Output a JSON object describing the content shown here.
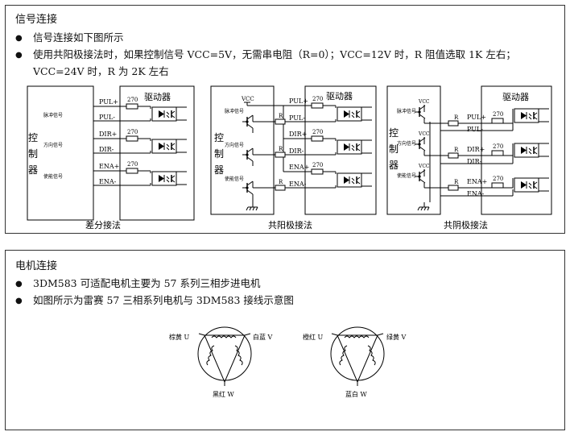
{
  "signal": {
    "title": "信号连接",
    "bullets": [
      "信号连接如下图所示",
      "使用共阳极接法时，如果控制信号 VCC=5V，无需串电阻（R=0）；VCC=12V 时，R 阻值选取 1K 左右；"
    ],
    "bullet2_cont": "VCC=24V 时，R 为 2K 左右",
    "diagrams": {
      "diff": {
        "caption": "差分接法",
        "controller": [
          "控",
          "制",
          "器"
        ],
        "driver": "驱动器",
        "sig_labels": [
          "脉冲信号",
          "方向信号",
          "使能信号"
        ],
        "lines": [
          "PUL+",
          "PUL-",
          "DIR+",
          "DIR-",
          "ENA+",
          "ENA-"
        ],
        "r270": "270"
      },
      "anode": {
        "caption": "共阳极接法",
        "controller": [
          "控",
          "制",
          "器"
        ],
        "driver": "驱动器",
        "vcc": "VCC",
        "r": "R",
        "sig_labels": [
          "脉冲信号",
          "方向信号",
          "使能信号"
        ],
        "lines": [
          "PUL+",
          "PUL-",
          "DIR+",
          "DIR-",
          "ENA+",
          "ENA-"
        ],
        "r270": "270"
      },
      "cathode": {
        "caption": "共阴极接法",
        "controller": [
          "控",
          "制",
          "器"
        ],
        "driver": "驱动器",
        "vcc": "VCC",
        "r": "R",
        "sig_labels": [
          "脉冲信号",
          "方向信号",
          "使能信号"
        ],
        "lines": [
          "PUL+",
          "PUL-",
          "DIR+",
          "DIR-",
          "ENA+",
          "ENA-"
        ],
        "r270": "270"
      }
    }
  },
  "motor": {
    "title": "电机连接",
    "bullets": [
      "3DM583 可适配电机主要为 57 系列三相步进电机",
      "如图所示为雷赛 57 三相系列电机与 3DM583 接线示意图"
    ],
    "motor1": {
      "u": "棕黄 U",
      "v": "白蓝 V",
      "w": "黑红 W"
    },
    "motor2": {
      "u": "橙红 U",
      "v": "绿黄 V",
      "w": "蓝白 W"
    }
  }
}
